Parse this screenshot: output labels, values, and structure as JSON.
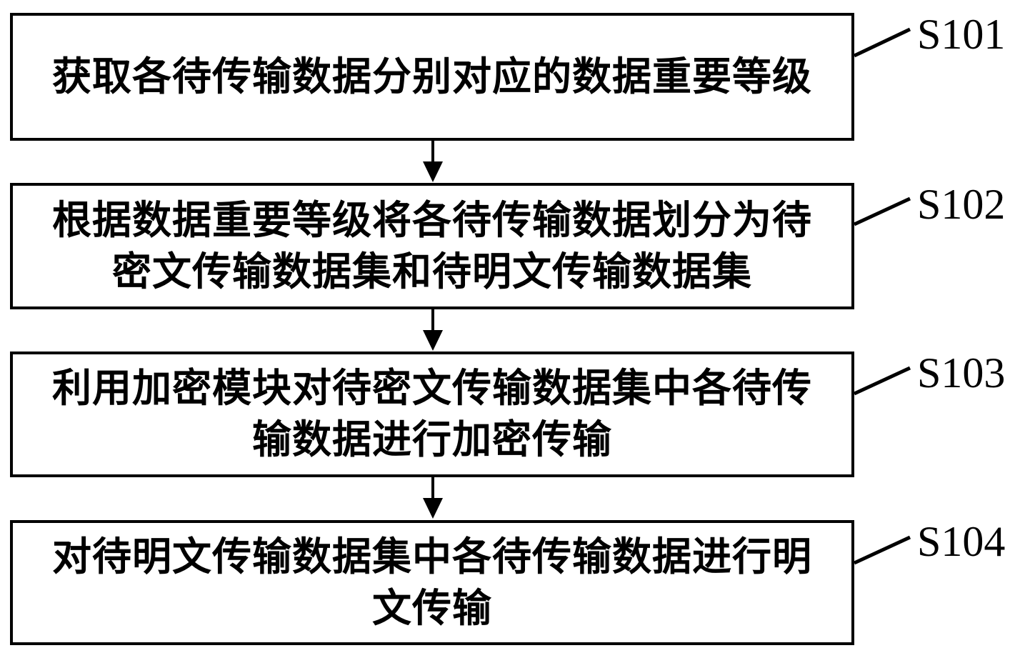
{
  "figure": {
    "background_color": "#ffffff",
    "line_color": "#000000",
    "steps": [
      {
        "id": "S101",
        "lines": [
          "获取各待传输数据分别对应的数据重要等级"
        ]
      },
      {
        "id": "S102",
        "lines": [
          "根据数据重要等级将各待传输数据划分为待",
          "密文传输数据集和待明文传输数据集"
        ]
      },
      {
        "id": "S103",
        "lines": [
          "利用加密模块对待密文传输数据集中各待传",
          "输数据进行加密传输"
        ]
      },
      {
        "id": "S104",
        "lines": [
          "对待明文传输数据集中各待传输数据进行明",
          "文传输"
        ]
      }
    ]
  }
}
